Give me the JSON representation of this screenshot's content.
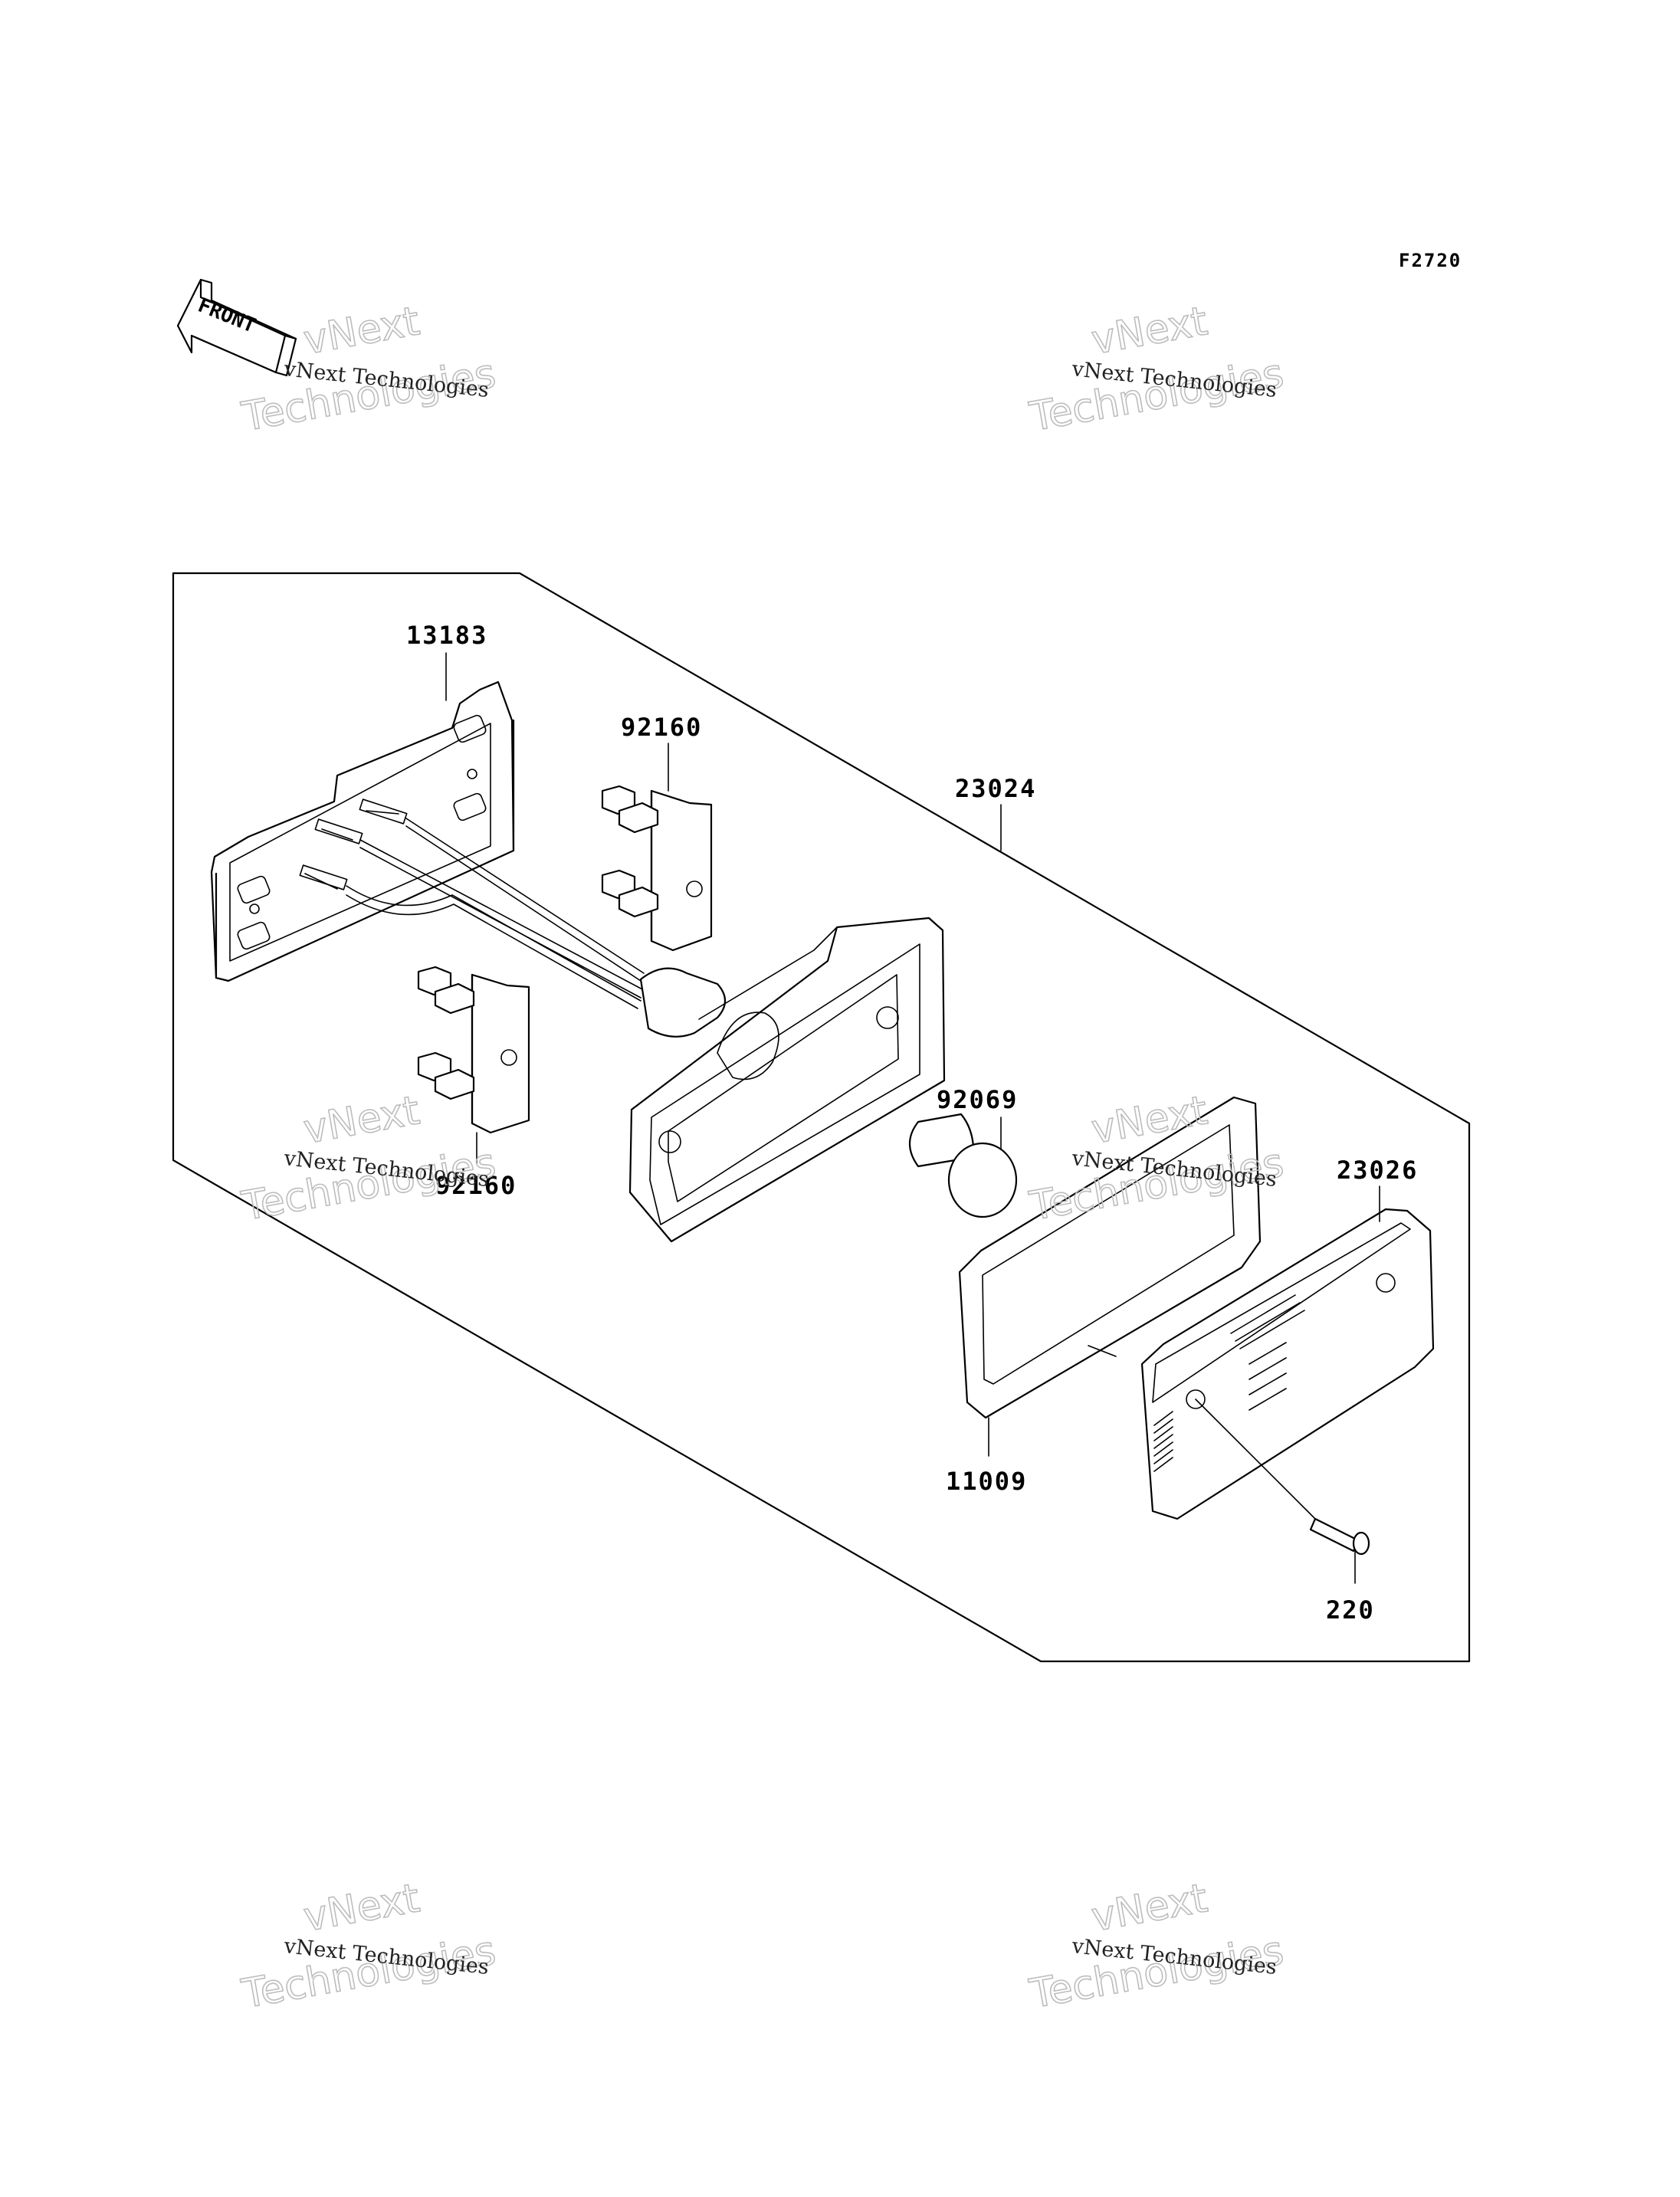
{
  "diagram": {
    "code": "F2720",
    "front_label": "FRONT",
    "parts": [
      {
        "id": "13183",
        "label": "13183"
      },
      {
        "id": "92160-upper",
        "label": "92160"
      },
      {
        "id": "92160-lower",
        "label": "92160"
      },
      {
        "id": "23024",
        "label": "23024"
      },
      {
        "id": "92069",
        "label": "92069"
      },
      {
        "id": "23026",
        "label": "23026"
      },
      {
        "id": "11009",
        "label": "11009"
      },
      {
        "id": "220",
        "label": "220"
      }
    ]
  },
  "watermark": {
    "line_small": "vNext Technologies",
    "line_big_1": "vNext",
    "line_big_2": "Technologies"
  }
}
